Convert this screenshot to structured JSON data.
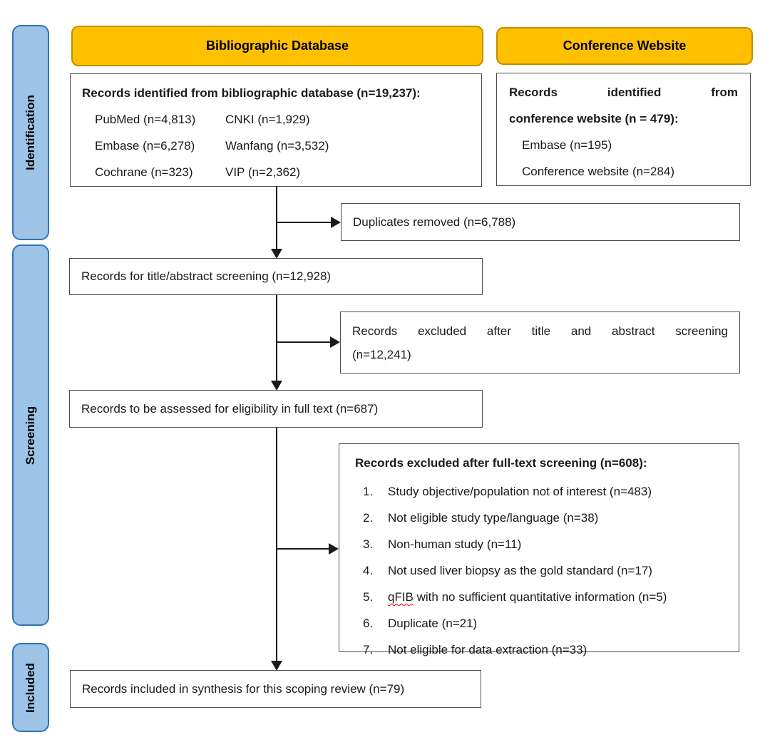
{
  "sidebar": {
    "stages": [
      {
        "label": "Identification"
      },
      {
        "label": "Screening"
      },
      {
        "label": "Included"
      }
    ]
  },
  "headers": {
    "bibliographic": "Bibliographic Database",
    "conference": "Conference Website"
  },
  "boxes": {
    "biblio_records": {
      "title": "Records identified from bibliographic database (n=19,237):",
      "rows": [
        {
          "col1": "PubMed (n=4,813)",
          "col2": "CNKI (n=1,929)"
        },
        {
          "col1": "Embase (n=6,278)",
          "col2": "Wanfang (n=3,532)"
        },
        {
          "col1": "Cochrane (n=323)",
          "col2": "VIP (n=2,362)"
        }
      ]
    },
    "conference_records": {
      "title_line1": "Records identified from",
      "title_line2": "conference website (n = 479):",
      "items": [
        "Embase (n=195)",
        "Conference website (n=284)"
      ]
    },
    "duplicates": "Duplicates removed (n=6,788)",
    "title_abstract": "Records for title/abstract screening (n=12,928)",
    "excluded_title_abstract": {
      "line1": "Records excluded after title and abstract screening",
      "line2": "(n=12,241)"
    },
    "eligibility": "Records to be assessed for eligibility in full text (n=687)",
    "excluded_fulltext": {
      "title": "Records excluded after full-text screening (n=608):",
      "items": [
        {
          "num": "1.",
          "text": "Study objective/population not of interest (n=483)"
        },
        {
          "num": "2.",
          "text": "Not eligible study type/language (n=38)"
        },
        {
          "num": "3.",
          "text": "Non-human study (n=11)"
        },
        {
          "num": "4.",
          "text": "Not used liver biopsy as the gold standard (n=17)"
        },
        {
          "num": "5.",
          "misspelled": "qFIB",
          "text": " with no sufficient quantitative information (n=5)"
        },
        {
          "num": "6.",
          "text": "Duplicate (n=21)"
        },
        {
          "num": "7.",
          "text": "Not eligible for data extraction (n=33)"
        }
      ]
    },
    "included": "Records included in synthesis for this scoping review (n=79)"
  },
  "colors": {
    "header_fill": "#FFC000",
    "header_border": "#BF9000",
    "stage_fill": "#9DC3E6",
    "stage_border": "#2E75B6",
    "box_border": "#4D4D4D",
    "line": "#1A1A1A",
    "squiggle": "#FF0000"
  }
}
